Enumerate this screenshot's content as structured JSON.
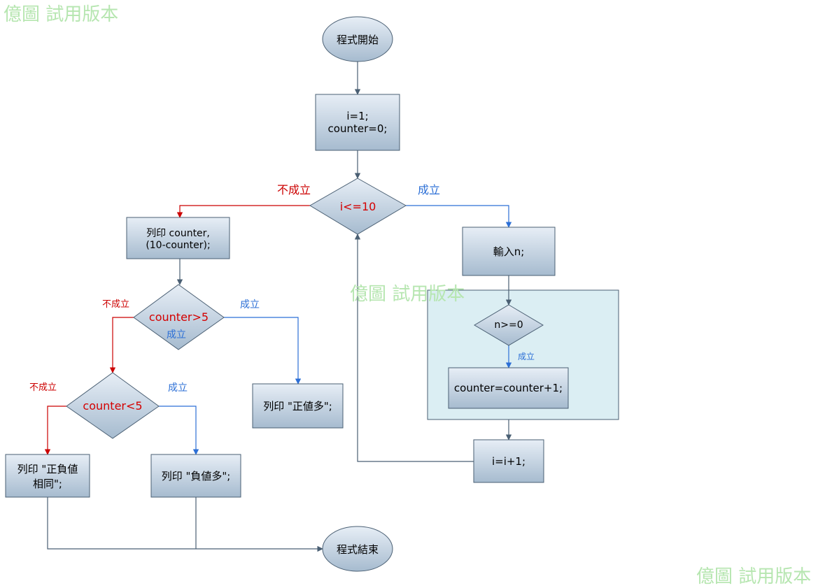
{
  "watermark": "億圖 試用版本",
  "nodes": {
    "start": "程式開始",
    "init_line1": "i=1;",
    "init_line2": "counter=0;",
    "loop_cond": "i<=10",
    "print_counts_line1": "列印 counter,",
    "print_counts_line2": "(10-counter);",
    "input_n": "輸入n;",
    "cond_gt5": "counter>5",
    "cond_nonneg": "n>=0",
    "increment_counter": "counter=counter+1;",
    "cond_lt5": "counter<5",
    "print_positive_more": "列印 \"正値多\";",
    "increment_i": "i=i+1;",
    "print_equal_line1": "列印 \"正負値",
    "print_equal_line2": "相同\";",
    "print_negative_more": "列印 \"負値多\";",
    "end": "程式結束"
  },
  "edge_labels": {
    "loop_false": "不成立",
    "loop_true": "成立",
    "gt5_false": "不成立",
    "gt5_true": "成立",
    "gt5_inner": "成立",
    "lt5_false": "不成立",
    "lt5_true": "成立",
    "nonneg_true": "成立"
  },
  "colors": {
    "false_branch": "#cc0000",
    "true_branch": "#2c6fd6",
    "normal_arrow": "#4a5f73",
    "node_fill_top": "#e4ecf4",
    "node_fill_bottom": "#a9bdd0",
    "container_fill": "#dbeef3"
  }
}
